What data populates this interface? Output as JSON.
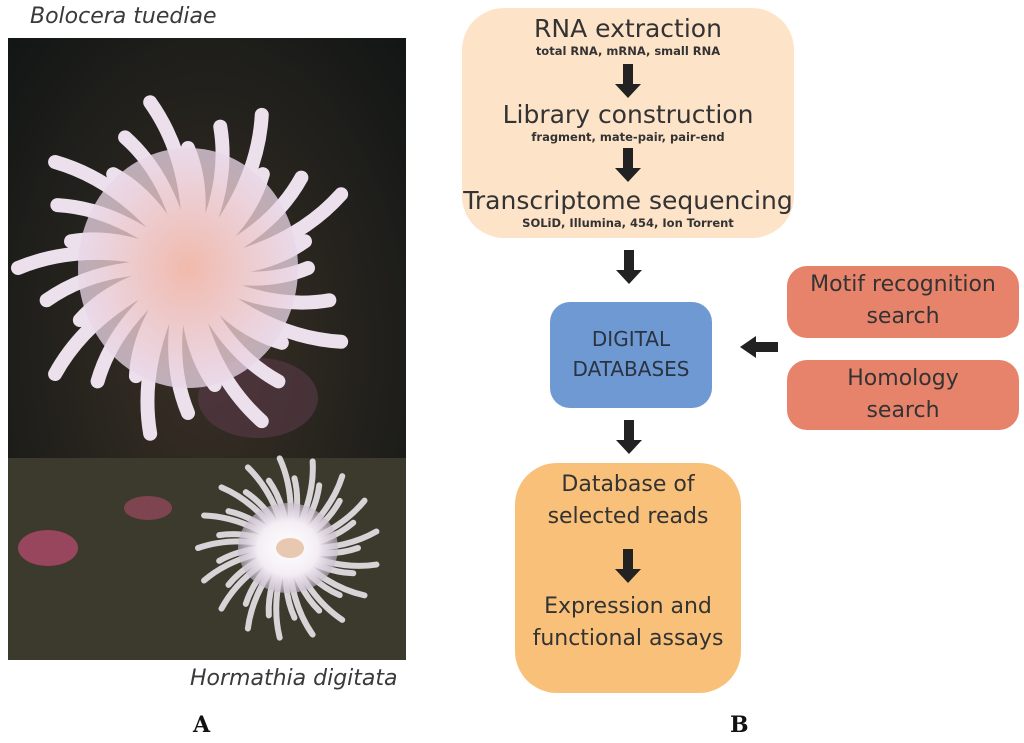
{
  "panel_a": {
    "label": "A",
    "species_top": "Bolocera tuediae",
    "species_bottom": "Hormathia digitata"
  },
  "panel_b": {
    "label": "B",
    "pipeline": {
      "steps": [
        {
          "title": "RNA extraction",
          "sub": "total RNA, mRNA, small RNA"
        },
        {
          "title": "Library construction",
          "sub": "fragment, mate-pair, pair-end"
        },
        {
          "title": "Transcriptome sequencing",
          "sub": "SOLiD, Illumina, 454, Ion Torrent"
        }
      ]
    },
    "database": {
      "line1": "DIGITAL",
      "line2": "DATABASES"
    },
    "searches": [
      {
        "line1": "Motif recognition",
        "line2": "search"
      },
      {
        "line1": "Homology",
        "line2": "search"
      }
    ],
    "results": {
      "line1": "Database of",
      "line2": "selected reads",
      "line3": "Expression and",
      "line4": "functional assays"
    }
  },
  "colors": {
    "pipeline_box": "#fde3c8",
    "database_box": "#6f99d2",
    "search_box": "#e8836b",
    "results_box": "#f9c07a",
    "arrow": "#222222"
  }
}
